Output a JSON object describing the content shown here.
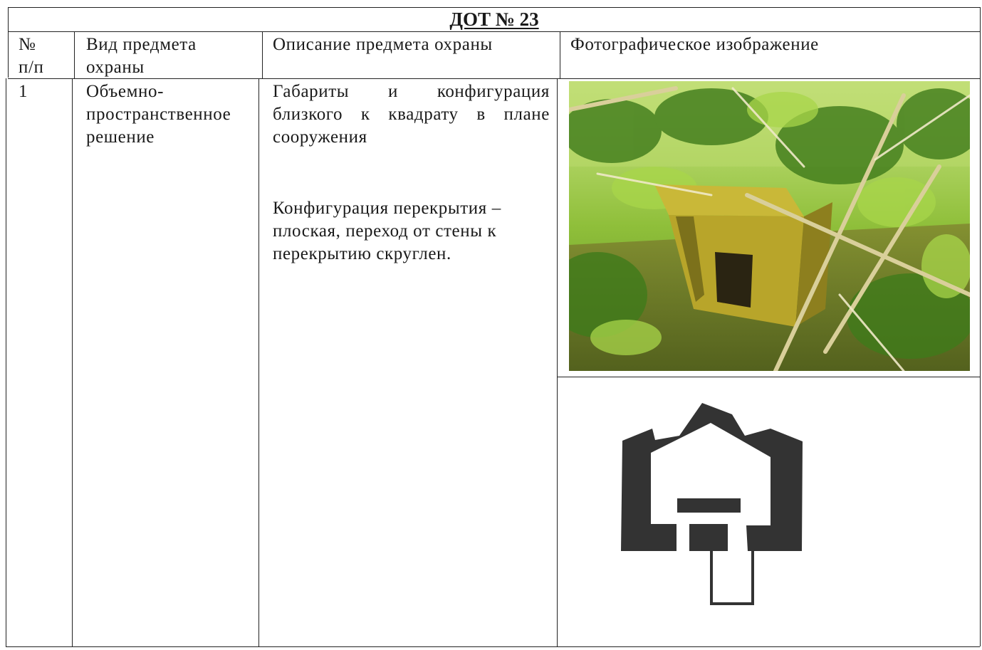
{
  "title": "ДОТ № 23",
  "headers": {
    "num": [
      "№",
      "п/п"
    ],
    "kind": [
      "Вид предмета",
      "охраны"
    ],
    "description": "Описание предмета охраны",
    "photo": "Фотографическое изображение"
  },
  "row": {
    "num": "1",
    "kind": [
      "Объемно-",
      "пространственное",
      "решение"
    ],
    "description_1": [
      "Габариты и конфигурация",
      "близкого к квадрату в плане",
      "сооружения"
    ],
    "description_2": [
      "Конфигурация перекрытия –",
      "плоская, переход от стены к",
      "перекрытию скруглен."
    ]
  }
}
